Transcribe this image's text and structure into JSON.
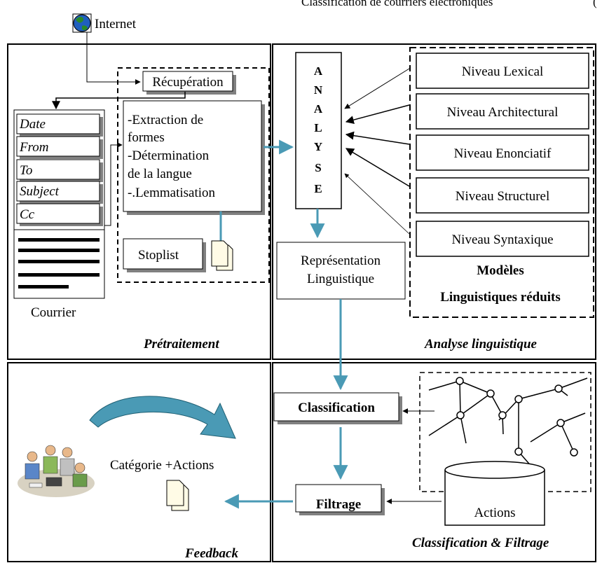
{
  "header": {
    "top_text": "Classification de courriers électroniques"
  },
  "internet": {
    "label": "Internet",
    "icon": "globe-icon"
  },
  "sections": {
    "pretraitement": "Prétraitement",
    "analyse": "Analyse linguistique",
    "feedback": "Feedback",
    "classification_filtrage": "Classification & Filtrage"
  },
  "pretraitement": {
    "recuperation": "Récupération",
    "steps": [
      "-Extraction de",
      "formes",
      "-Détermination",
      "de la langue",
      "-.Lemmatisation"
    ],
    "stoplist": "Stoplist",
    "mail_fields": [
      "Date",
      "From",
      "To",
      "Subject",
      "Cc"
    ],
    "courrier": "Courrier"
  },
  "analyse": {
    "analyse_letters": [
      "A",
      "N",
      "A",
      "L",
      "Y",
      "S",
      "E"
    ],
    "representation": [
      "Représentation",
      "Linguistique"
    ],
    "niveaux": [
      "Niveau Lexical",
      "Niveau Architectural",
      "Niveau Enonciatif",
      "Niveau Structurel",
      "Niveau Syntaxique"
    ],
    "modeles": [
      "Modèles",
      "Linguistiques réduits"
    ]
  },
  "classification": {
    "classification_label": "Classification",
    "filtrage_label": "Filtrage",
    "actions_label": "Actions"
  },
  "feedback": {
    "categorie": "Catégorie +Actions",
    "people_icon": "people-at-computer-icon",
    "arrow_icon": "curved-arrow-icon",
    "document_icon": "document-icon"
  },
  "colors": {
    "arrow_blue": "#4a9ab5",
    "globe_blue": "#1f5fbf",
    "globe_green": "#2a8a2a"
  }
}
